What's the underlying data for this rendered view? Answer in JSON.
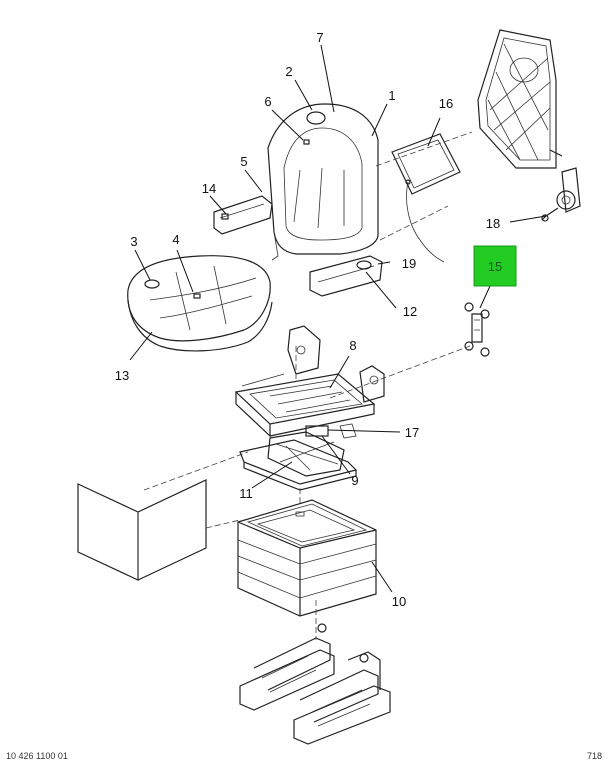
{
  "callouts": {
    "c1": "1",
    "c2": "2",
    "c3": "3",
    "c4": "4",
    "c5": "5",
    "c6": "6",
    "c7": "7",
    "c8": "8",
    "c9": "9",
    "c10": "10",
    "c11": "11",
    "c12": "12",
    "c13": "13",
    "c14": "14",
    "c15": "15",
    "c16": "16",
    "c17": "17",
    "c18": "18",
    "c19": "19"
  },
  "highlight": {
    "label": "15",
    "color": "#22cc22"
  },
  "footer": {
    "left": "10 426 1100 01",
    "right": "718"
  }
}
